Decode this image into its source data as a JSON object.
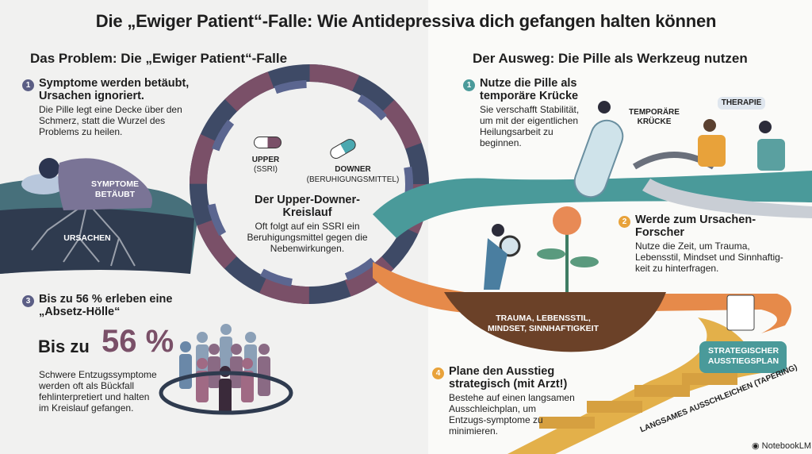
{
  "title": "Die „Ewiger Patient“-Falle: Wie Antidepressiva dich gefangen halten können",
  "left": {
    "heading": "Das Problem: Die „Ewiger Patient“-Falle",
    "item1": {
      "num": "1",
      "title": "Symptome werden betäubt, Ursachen ignoriert.",
      "body": "Die Pille legt eine Decke über den Schmerz, statt die Wurzel des Problems zu heilen.",
      "label_top": "SYMPTOME BETÄUBT",
      "label_bottom": "URSACHEN"
    },
    "loop": {
      "upper": "UPPER",
      "upper_sub": "(SSRI)",
      "downer": "DOWNER",
      "downer_sub": "(BERUHIGUNGSMITTEL)",
      "title": "Der Upper-Downer-Kreislauf",
      "body": "Oft folgt auf ein SSRI ein Beruhigungsmittel gegen die Nebenwirkungen."
    },
    "item3": {
      "num": "3",
      "title": "Bis zu 56 % erleben eine „Absetz-Hölle“",
      "big_prefix": "Bis zu",
      "big_value": "56 %",
      "body": "Schwere Entzugssymptome werden oft als Bückfall fehlinterpretiert und halten im Kreislauf gefangen."
    }
  },
  "right": {
    "heading": "Der Ausweg: Die Pille als Werkzeug nutzen",
    "item1": {
      "num": "1",
      "title": "Nutze die Pille als temporäre Krücke",
      "body": "Sie verschafft Stabilität, um mit der eigentlichen Heilungsarbeit zu beginnen.",
      "label_crutch": "TEMPORÄRE KRÜCKE",
      "label_therapy": "THERAPIE"
    },
    "item2": {
      "num": "2",
      "title": "Werde zum Ursachen-Forscher",
      "body": "Nutze die Zeit, um Trauma, Lebensstil, Mindset und Sinnhaftig-keit zu hinterfragen.",
      "label_roots": "TRAUMA, LEBENSSTIL, MINDSET, SINNHAFTIGKEIT"
    },
    "item4": {
      "num": "4",
      "title": "Plane den Ausstieg strategisch (mit Arzt!)",
      "body": "Bestehe auf einen langsamen Ausschleichplan, um Entzugs-symptome zu minimieren.",
      "label_plan": "STRATEGISCHER AUSSTIEGSPLAN",
      "label_taper": "LANGSAMES AUSSCHLEICHEN (TAPERING)"
    }
  },
  "brand": "NotebookLM",
  "colors": {
    "purple": "#5b5e85",
    "mauve": "#7a5068",
    "teal": "#4a9a9a",
    "orange": "#e8a23a",
    "brown": "#6b4128"
  }
}
